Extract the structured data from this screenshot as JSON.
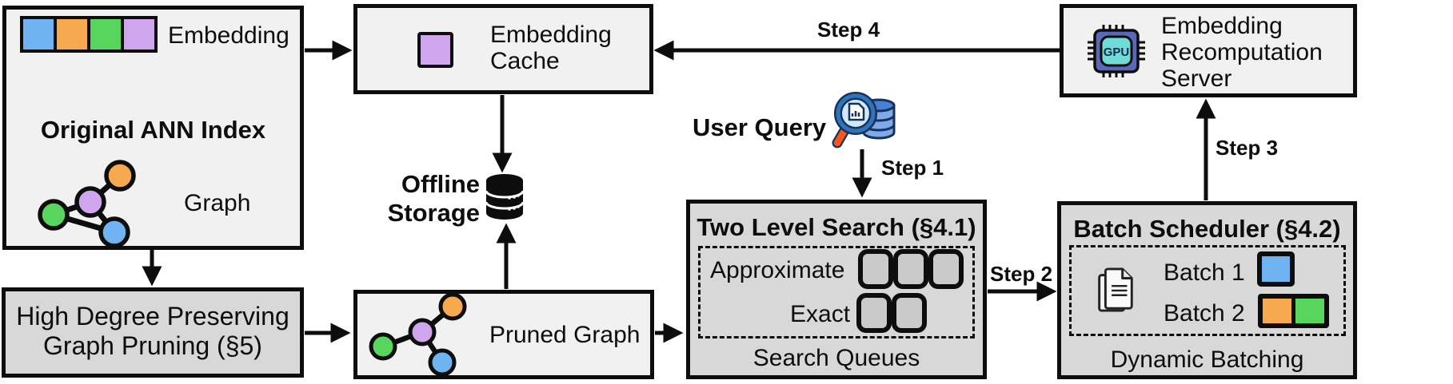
{
  "palette": {
    "blue": "#6fb3f2",
    "orange": "#f6a94f",
    "green": "#58d55c",
    "purple": "#cfa6ee",
    "box_light": "#f1f1f1",
    "box_dark": "#d8d8d8",
    "outline": "#0d0d0d",
    "gpu_body": "#5a68b8",
    "gpu_core": "#70dcd6",
    "query_db_top": "#4a80d2",
    "query_db_body": "#7fa9e8",
    "magnifier_ring": "#2f74ba",
    "magnifier_glass": "#cde9fb",
    "magnifier_handle": "#f4571c"
  },
  "ann_index": {
    "embedding_label": "Embedding",
    "title": "Original ANN Index",
    "graph_label": "Graph"
  },
  "high_degree_pruning": {
    "line1": "High Degree Preserving",
    "line2": "Graph Pruning (§5)"
  },
  "embedding_cache": {
    "line1": "Embedding",
    "line2": "Cache"
  },
  "offline_storage": {
    "line1": "Offline",
    "line2": "Storage"
  },
  "pruned_graph": {
    "label": "Pruned Graph"
  },
  "user_query": {
    "label": "User Query"
  },
  "steps": {
    "step1": "Step 1",
    "step2": "Step 2",
    "step3": "Step 3",
    "step4": "Step 4"
  },
  "two_level_search": {
    "title": "Two Level Search (§4.1)",
    "approximate_label": "Approximate",
    "exact_label": "Exact",
    "footer": "Search Queues"
  },
  "batch_scheduler": {
    "title": "Batch Scheduler (§4.2)",
    "batch1_label": "Batch 1",
    "batch2_label": "Batch 2",
    "footer": "Dynamic Batching"
  },
  "recomputation_server": {
    "line1": "Embedding",
    "line2": "Recomputation",
    "line3": "Server"
  },
  "gpu_chip_label": "GPU"
}
